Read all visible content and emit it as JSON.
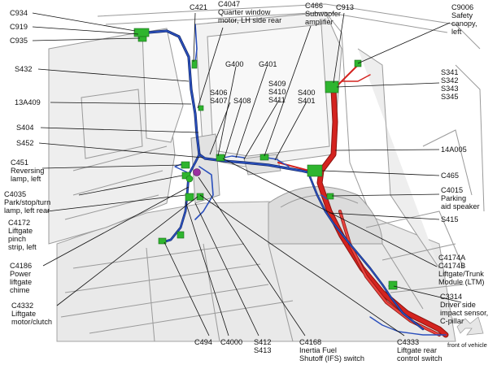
{
  "labels": {
    "c934": "C934",
    "c919": "C919",
    "c935": "C935",
    "s432": "S432",
    "w13a409": "13A409",
    "s404": "S404",
    "s452": "S452",
    "c451": [
      "C451",
      "Reversing",
      "lamp, left"
    ],
    "c4035": [
      "C4035",
      "Park/stop/turn",
      "lamp, left rear"
    ],
    "c4172": [
      "C4172",
      "Liftgate",
      "pinch",
      "strip, left"
    ],
    "c4186": [
      "C4186",
      "Power",
      "liftgate",
      "chime"
    ],
    "c4332": [
      "C4332",
      "Liftgate",
      "motor/clutch"
    ],
    "c421": "C421",
    "c4047": [
      "C4047",
      "Quarter window",
      "motor, LH side rear"
    ],
    "g400": "G400",
    "g401": "G401",
    "s406_s407": [
      "S406",
      "S407"
    ],
    "s408": "S408",
    "s409_s411": [
      "S409",
      "S410",
      "S411"
    ],
    "s400_s401": [
      "S400",
      "S401"
    ],
    "c466": [
      "C466",
      "Subwoofer",
      "amplifier"
    ],
    "c913": "C913",
    "c9006": [
      "C9006",
      "Safety",
      "canopy,",
      "left"
    ],
    "s341_s345": [
      "S341",
      "S342",
      "S343",
      "S345"
    ],
    "w14a005": "14A005",
    "c465": "C465",
    "c4015": [
      "C4015",
      "Parking",
      "aid speaker"
    ],
    "s415": "S415",
    "c4174": [
      "C4174A",
      "C4174B",
      "Liftgate/Trunk",
      "Module (LTM)"
    ],
    "c3314": [
      "C3314",
      "Driver side",
      "impact sensor,",
      "C-pillar"
    ],
    "c494": "C494",
    "c4000": "C4000",
    "s412_s413": [
      "S412",
      "S413"
    ],
    "c4168": [
      "C4168",
      "Inertia Fuel",
      "Shutoff (IFS) switch"
    ],
    "c4333": [
      "C4333",
      "Liftgate rear",
      "control switch"
    ],
    "front_of_vehicle": "front of vehicle"
  },
  "colors": {
    "harness_blue": "#1f3f9e",
    "harness_red": "#d4231f",
    "connector_green": "#2fb52f",
    "body_outline": "#9a9a9a",
    "body_fill": "#e6e6e6",
    "ifs_switch": "#9b2fa0"
  }
}
